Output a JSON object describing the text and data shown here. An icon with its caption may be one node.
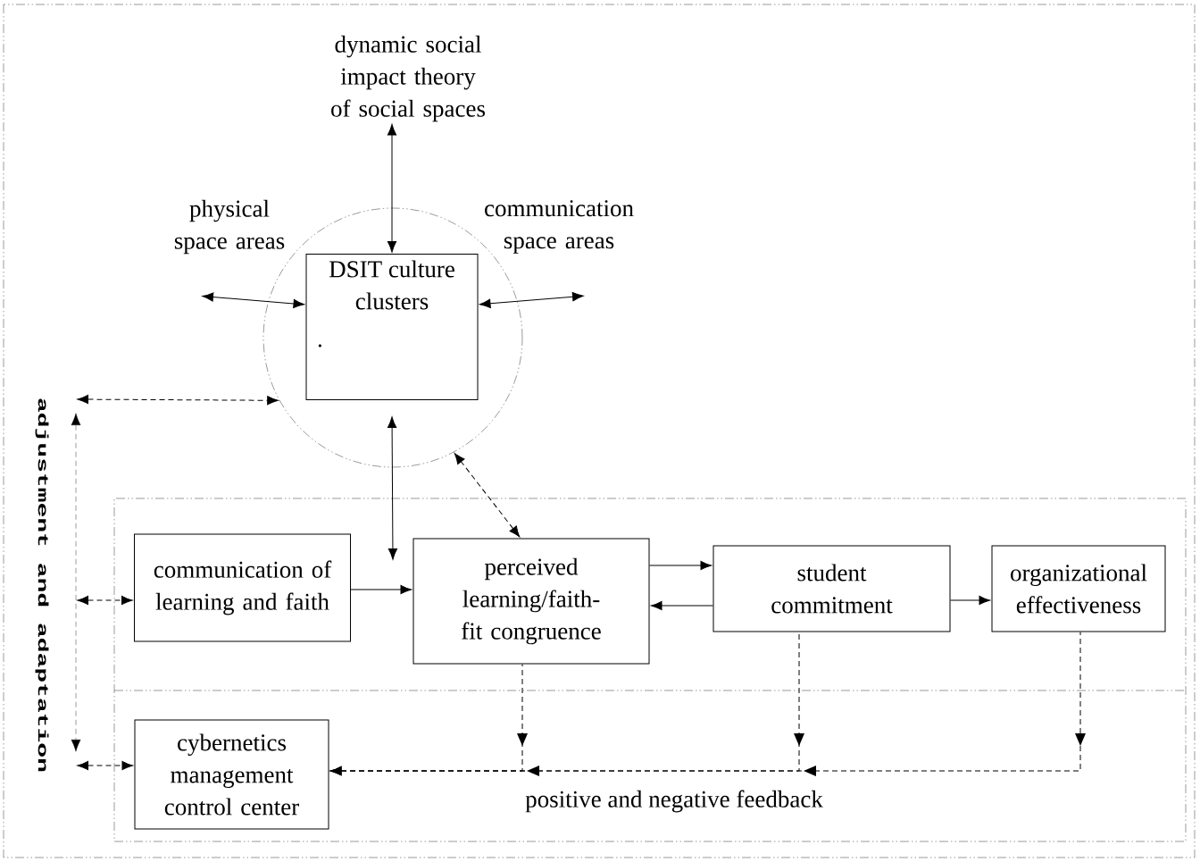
{
  "diagram": {
    "nodes": [
      {
        "text": [
          "dynamic social impact theory of social spaces"
        ]
      },
      {
        "text": [
          "physical space areas"
        ]
      },
      {
        "text": [
          "communication space areas"
        ]
      },
      {
        "text": [],
        "shape": "circle"
      },
      {
        "text": [
          "DSIT culture clusters",
          "."
        ],
        "in": 3
      },
      {
        "text": [
          "adjustment and adaptation"
        ]
      },
      {
        "text": [],
        "shape": "box"
      },
      {
        "text": [
          "communication of learning and faith"
        ],
        "in": 6
      },
      {
        "text": [
          "perceived learning/faith-fit congruence"
        ],
        "in": 6
      },
      {
        "text": [
          "student commitment"
        ],
        "in": 6
      },
      {
        "text": [
          "organizational effectiveness"
        ],
        "in": 6
      },
      {
        "text": [
          "cybernetics management control center"
        ],
        "in": 6
      }
    ],
    "edges": [
      {
        "from": 0,
        "to": 4,
        "arrow": "both"
      },
      {
        "from": 1,
        "to": 4,
        "arrow": "both"
      },
      {
        "from": 4,
        "to": 2,
        "arrow": "both"
      },
      {
        "from": 4,
        "to": null,
        "arrow": "both"
      },
      {
        "from": 8,
        "to": 3,
        "arrow": "both",
        "style": "dashed"
      },
      {
        "from": 5,
        "to": 3,
        "arrow": "both",
        "style": "dashed"
      },
      {
        "from": 5,
        "to": 7,
        "arrow": "both",
        "style": "dashed"
      },
      {
        "from": 5,
        "to": 11,
        "arrow": "both",
        "style": "dashed"
      },
      {
        "from": 7,
        "to": 8,
        "arrow": "to"
      },
      {
        "from": 8,
        "to": 9,
        "arrow": "to"
      },
      {
        "from": 9,
        "to": 8,
        "arrow": "to"
      },
      {
        "from": 9,
        "to": 10,
        "arrow": "to"
      },
      {
        "from": 8,
        "to": 11,
        "arrow": "to",
        "style": "dashed"
      },
      {
        "from": 9,
        "to": 11,
        "arrow": "to",
        "style": "dashed"
      },
      {
        "from": 10,
        "to": 11,
        "arrow": "to",
        "style": "dashed"
      }
    ],
    "labels": [
      "positive and negative feedback"
    ]
  }
}
